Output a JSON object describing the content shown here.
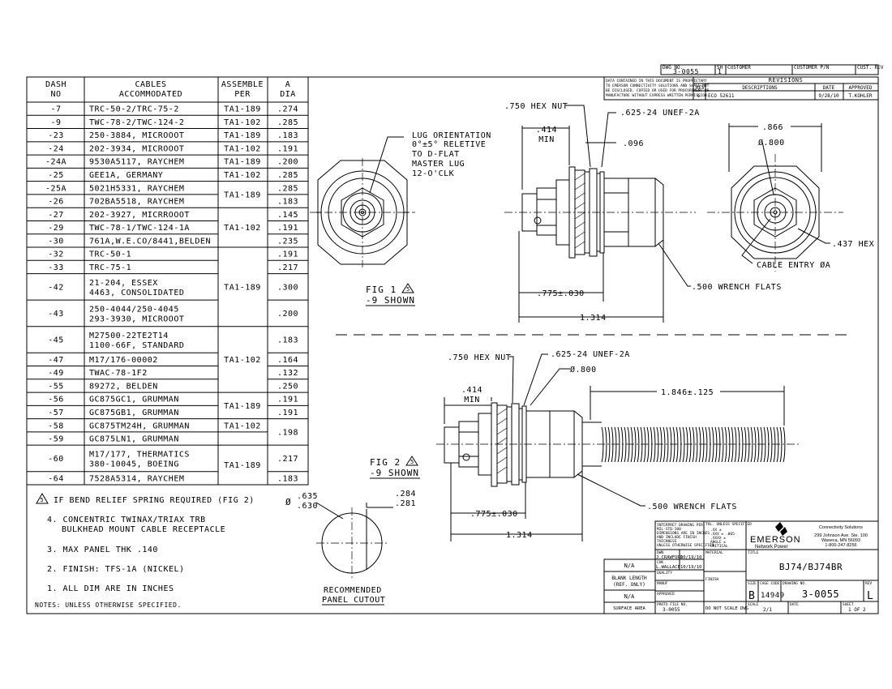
{
  "title_block_top": {
    "dwg_no_label": "DWG NO.",
    "dwg_no": "3-0055",
    "sh_label": "SH",
    "sh": "1",
    "customer_label": "CUSTOMER",
    "customer_pn_label": "CUSTOMER P/N",
    "cust_rev_label": "CUST. REV"
  },
  "table": {
    "headers": [
      [
        "DASH",
        "NO"
      ],
      [
        "CABLES",
        "ACCOMMODATED"
      ],
      [
        "ASSEMBLE",
        "PER"
      ],
      [
        "A",
        "DIA"
      ]
    ],
    "rows": [
      {
        "dash": "-7",
        "cable": [
          "TRC-50-2/TRC-75-2"
        ],
        "dia": ".274"
      },
      {
        "dash": "-9",
        "cable": [
          "TWC-78-2/TWC-124-2"
        ],
        "dia": ".285"
      },
      {
        "dash": "-23",
        "cable": [
          "250-3884, MICROOOT"
        ],
        "dia": ".183"
      },
      {
        "dash": "-24",
        "cable": [
          "202-3934, MICROOOT"
        ],
        "dia": ".191"
      },
      {
        "dash": "-24A",
        "cable": [
          "9530A5117, RAYCHEM"
        ],
        "dia": ".200"
      },
      {
        "dash": "-25",
        "cable": [
          "GEE1A, GERMANY"
        ],
        "dia": ".285"
      },
      {
        "dash": "-25A",
        "cable": [
          "5021H5331, RAYCHEM"
        ],
        "dia": ".285"
      },
      {
        "dash": "-26",
        "cable": [
          "702BA5518, RAYCHEM"
        ],
        "dia": ".183"
      },
      {
        "dash": "-27",
        "cable": [
          "202-3927, MICRROOOT"
        ],
        "dia": ".145"
      },
      {
        "dash": "-29",
        "cable": [
          "TWC-78-1/TWC-124-1A"
        ],
        "dia": ".191"
      },
      {
        "dash": "-30",
        "cable": [
          "761A,W.E.CO/8441,BELDEN"
        ],
        "dia": ".235"
      },
      {
        "dash": "-32",
        "cable": [
          "TRC-50-1"
        ],
        "dia": ".191"
      },
      {
        "dash": "-33",
        "cable": [
          "TRC-75-1"
        ],
        "dia": ".217"
      },
      {
        "dash": "-42",
        "cable": [
          "21-204, ESSEX",
          "4463, CONSOLIDATED"
        ],
        "dia": ".300"
      },
      {
        "dash": "-43",
        "cable": [
          "250-4044/250-4045",
          "293-3930, MICROOOT"
        ],
        "dia": ".200"
      },
      {
        "dash": "-45",
        "cable": [
          "M27500-22TE2T14",
          "1100-66F, STANDARD"
        ],
        "dia": ".183"
      },
      {
        "dash": "-47",
        "cable": [
          "M17/176-00002"
        ],
        "dia": ".164"
      },
      {
        "dash": "-49",
        "cable": [
          "TWAC-78-1F2"
        ],
        "dia": ".132"
      },
      {
        "dash": "-55",
        "cable": [
          "89272, BELDEN"
        ],
        "dia": ".250"
      },
      {
        "dash": "-56",
        "cable": [
          "GC875GC1, GRUMMAN"
        ],
        "dia": ".191"
      },
      {
        "dash": "-57",
        "cable": [
          "GC875GB1, GRUMMAN"
        ],
        "dia": ".191"
      },
      {
        "dash": "-58",
        "cable": [
          "GC875TM24H, GRUMMAN"
        ],
        "dia": ".198"
      },
      {
        "dash": "-59",
        "cable": [
          "GC875LN1, GRUMMAN"
        ],
        "dia": ".198"
      },
      {
        "dash": "-60",
        "cable": [
          "M17/177, THERMATICS",
          "380-10045, BOEING"
        ],
        "dia": ".217"
      },
      {
        "dash": "-64",
        "cable": [
          "7528A5314, RAYCHEM"
        ],
        "dia": ".183"
      }
    ],
    "assemble_groups": [
      {
        "from": 0,
        "to": 0,
        "text": "TA1-189"
      },
      {
        "from": 1,
        "to": 1,
        "text": "TA1-102"
      },
      {
        "from": 2,
        "to": 2,
        "text": "TA1-189"
      },
      {
        "from": 3,
        "to": 3,
        "text": "TA1-102"
      },
      {
        "from": 4,
        "to": 4,
        "text": "TA1-189"
      },
      {
        "from": 5,
        "to": 5,
        "text": "TA1-102"
      },
      {
        "from": 6,
        "to": 7,
        "text": "TA1-189"
      },
      {
        "from": 8,
        "to": 10,
        "text": "TA1-102"
      },
      {
        "from": 11,
        "to": 14,
        "text": "TA1-189"
      },
      {
        "from": 15,
        "to": 18,
        "text": "TA1-102"
      },
      {
        "from": 19,
        "to": 20,
        "text": "TA1-189"
      },
      {
        "from": 21,
        "to": 21,
        "text": "TA1-102"
      },
      {
        "from": 22,
        "to": 22,
        "text": ""
      },
      {
        "from": 23,
        "to": 24,
        "text": "TA1-189"
      }
    ]
  },
  "notes": {
    "note5": "IF BEND RELIEF SPRING REQUIRED (FIG 2)",
    "note5_num": "5",
    "note4a": "4. CONCENTRIC TWINAX/TRIAX TRB",
    "note4b": "BULKHEAD MOUNT CABLE RECEPTACLE",
    "note3": "3. MAX PANEL THK .140",
    "note2": "2. FINISH: TFS-1A (NICKEL)",
    "note1": "1. ALL DIM ARE IN INCHES",
    "footer": "NOTES: UNLESS OTHERWISE SPECIFIED."
  },
  "fig1": {
    "label": "FIG 1",
    "shown": "-9 SHOWN",
    "flag": "5",
    "lug": [
      "LUG ORIENTATION",
      "0°±5° RELETIVE",
      "TO D-FLAT",
      "MASTER LUG",
      "12-O'CLK"
    ],
    "hex_nut": ".750 HEX NUT",
    "thread": ".625-24 UNEF-2A",
    "min_val": ".414",
    "min": "MIN",
    "d096": ".096",
    "d775": ".775±.030",
    "d1314": "1.314",
    "wrench": ".500 WRENCH FLATS",
    "d866": ".866",
    "d800": "Ø.800",
    "hex437": ".437 HEX",
    "cable_entry": "CABLE ENTRY ØA"
  },
  "fig2": {
    "label": "FIG 2",
    "shown": "-9 SHOWN",
    "flag": "5",
    "hex_nut": ".750 HEX NUT",
    "thread": ".625-24 UNEF-2A",
    "d800": "Ø.800",
    "min_val": ".414",
    "min": "MIN",
    "d1846": "1.846±.125",
    "d775": ".775±.030",
    "d1314": "1.314",
    "wrench": ".500 WRENCH FLATS"
  },
  "cutout": {
    "dia_sym": "Ø",
    "d635": ".635",
    "d630": ".630",
    "d284": ".284",
    "d281": ".281",
    "label1": "RECOMMENDED",
    "label2": "PANEL CUTOUT"
  },
  "revisions": {
    "proprietary": [
      "DATA CONTAINED IN THIS DOCUMENT IS PROPRIETARY",
      "TO EMERSON CONNECTIVITY SOLUTIONS AND SHALL NOT",
      "BE DISCLOSED, COPIED OR USED FOR PROCUREMENT OR",
      "MANUFACTURE WITHOUT EXPRESS WRITTEN PERMISSION"
    ],
    "title": "REVISIONS",
    "h_rev": "REV",
    "h_desc": "DESCRIPTIONS",
    "h_date": "DATE",
    "h_appr": "APPROVED",
    "rev": "L",
    "desc": "ECO 52611",
    "date": "9/28/10",
    "appr": "T.KOHLER"
  },
  "title_block": {
    "interpret": [
      "INTERPRET DRAWING PER",
      "MIL-STD-100",
      "DIMENSIONS ARE IN INCHES",
      "AND INCLUDE FINISH",
      "THICKNESS",
      "UNLESS OTHERWISE SPECIFIED"
    ],
    "tol_label": "TOL. UNLESS SPECIFIED",
    "tol_lines": [
      ".XX  ±  ",
      ".XXX ± .005",
      ".XXXX ±",
      "ANGLE ±",
      "CRITICAL"
    ],
    "brand": "EMERSON",
    "brand_sub": "Network Power",
    "company": [
      "Connectivity Solutions",
      "299 Johnson Ave. Ste. 100",
      "Waseca, MN 56093",
      "1-800-247-8256"
    ],
    "dwn_label": "DWN",
    "dwn": "J.CRAWFORD",
    "dwn_date": "10/19/10",
    "chk_label": "CHK",
    "chk": "L.WALLACE",
    "chk_date": "10/19/10",
    "qa_label": "QUALITY",
    "mfg_label": "MANUF",
    "appr_label": "APPROVED",
    "material_label": "MATERIAL",
    "finish_label": "FINISH",
    "title_label": "TITLE",
    "title": "BJ74/BJ74BR",
    "na1": "N/A",
    "blank1": "BLANK LENGTH",
    "blank2": "(REF. ONLY)",
    "na2": "N/A",
    "surface": "SURFACE AREA",
    "size_label": "SIZE",
    "size": "B",
    "cage_label": "CAGE CODE",
    "cage": "14949",
    "dwgno_label": "DRAWING NO.",
    "dwgno": "3-0055",
    "rev_label": "REV",
    "rev": "L",
    "proto_label": "PROTO FILE NO.",
    "proto": "3-0055",
    "noscale": "DO NOT SCALE DWG",
    "scale_label": "SCALE",
    "scale": "2/1",
    "date_label": "DATE",
    "sheet_label": "SHEET",
    "sheet": "1 OF 2"
  }
}
